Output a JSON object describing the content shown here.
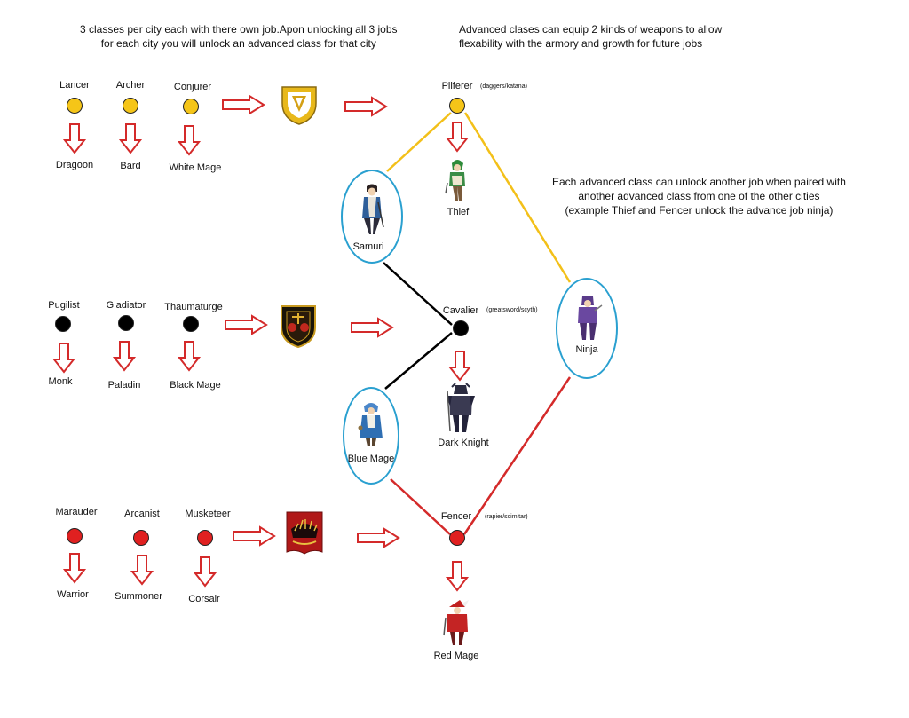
{
  "notes": {
    "intro": [
      "3 classes per city each with there own job.Apon unlocking all 3 jobs",
      "for each city you will unlock an advanced class for that city"
    ],
    "advanced": [
      "Advanced clases can equip 2 kinds of weapons to allow",
      "flexability with the armory and growth for future jobs"
    ],
    "pairing": [
      "Each advanced class can unlock another job when paired with",
      "another advanced class from one of the other cities",
      "(example Thief and Fencer unlock the advance job ninja)"
    ]
  },
  "cities": [
    {
      "color": "#f5c518",
      "classes": [
        {
          "name": "Lancer",
          "job": "Dragoon"
        },
        {
          "name": "Archer",
          "job": "Bard"
        },
        {
          "name": "Conjurer",
          "job": "White Mage"
        }
      ],
      "advanced": {
        "name": "Pilferer",
        "weapons": "(daggers/katana)",
        "job": "Thief"
      }
    },
    {
      "color": "#000000",
      "classes": [
        {
          "name": "Pugilist",
          "job": "Monk"
        },
        {
          "name": "Gladiator",
          "job": "Paladin"
        },
        {
          "name": "Thaumaturge",
          "job": "Black Mage"
        }
      ],
      "advanced": {
        "name": "Cavalier",
        "weapons": "(greatsword/scyth)",
        "job": "Dark Knight"
      }
    },
    {
      "color": "#e02020",
      "classes": [
        {
          "name": "Marauder",
          "job": "Warrior"
        },
        {
          "name": "Arcanist",
          "job": "Summoner"
        },
        {
          "name": "Musketeer",
          "job": "Corsair"
        }
      ],
      "advanced": {
        "name": "Fencer",
        "weapons": "(rapier/scimitar)",
        "job": "Red Mage"
      }
    }
  ],
  "pair_jobs": [
    "Samuri",
    "Blue Mage",
    "Ninja"
  ],
  "icons": [
    "arrow-down-icon",
    "arrow-right-icon",
    "city-emblem-icon",
    "character-figure-icon"
  ]
}
